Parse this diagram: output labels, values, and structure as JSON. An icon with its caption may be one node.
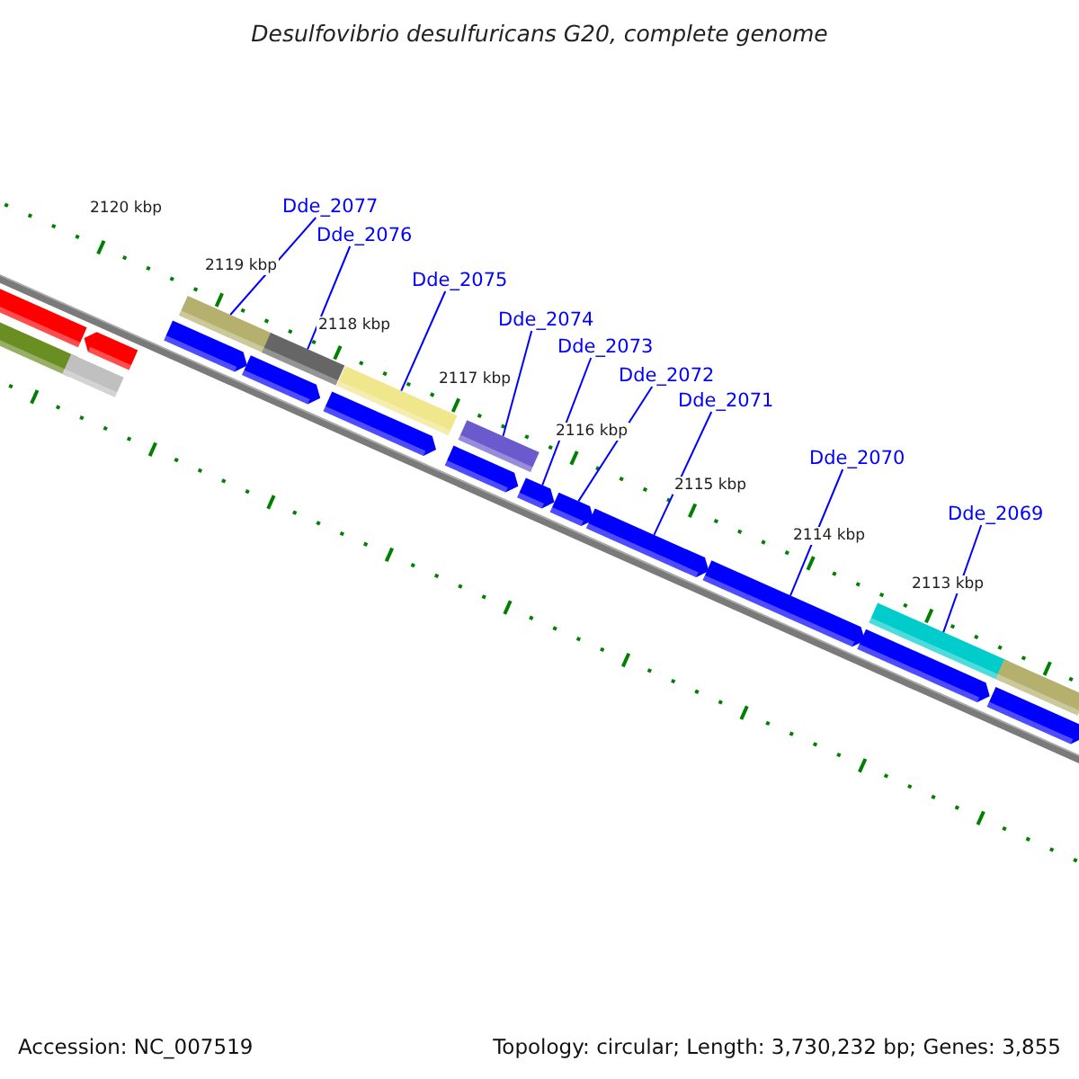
{
  "diagram": {
    "title": "Desulfovibrio desulfuricans G20, complete genome",
    "nodes": [
      {
        "text": [
          "Dde_2077"
        ]
      },
      {
        "text": [
          "Dde_2076"
        ]
      },
      {
        "text": [
          "Dde_2075"
        ]
      },
      {
        "text": [
          "Dde_2074"
        ]
      },
      {
        "text": [
          "Dde_2073"
        ]
      },
      {
        "text": [
          "Dde_2072"
        ]
      },
      {
        "text": [
          "Dde_2071"
        ]
      },
      {
        "text": [
          "Dde_2070"
        ]
      },
      {
        "text": [
          "Dde_2069"
        ]
      },
      {
        "text": [],
        "shape": "bar"
      },
      {
        "text": [],
        "shape": "bar"
      },
      {
        "text": [],
        "shape": "pentagon"
      },
      {
        "text": [],
        "shape": "bar"
      },
      {
        "text": [],
        "shape": "pentagon"
      },
      {
        "text": [],
        "shape": "bar"
      },
      {
        "text": [],
        "shape": "pentagon"
      },
      {
        "text": [],
        "shape": "bar"
      },
      {
        "text": [],
        "shape": "pentagon"
      },
      {
        "text": [],
        "shape": "bar"
      },
      {
        "text": [],
        "shape": "pentagon"
      },
      {
        "text": [],
        "shape": "bar"
      },
      {
        "text": [],
        "shape": "pentagon"
      },
      {
        "text": [],
        "shape": "pentagon"
      },
      {
        "text": [],
        "shape": "pentagon"
      },
      {
        "text": [],
        "shape": "pentagon"
      },
      {
        "text": [],
        "shape": "pentagon"
      },
      {
        "text": [],
        "shape": "bar"
      },
      {
        "text": [],
        "shape": "bar"
      },
      {
        "text": [],
        "shape": "pentagon"
      }
    ],
    "edges": [
      {
        "from": 0,
        "to": 14,
        "arrow": "none"
      },
      {
        "from": 1,
        "to": 16,
        "arrow": "none"
      },
      {
        "from": 2,
        "to": 18,
        "arrow": "none"
      },
      {
        "from": 3,
        "to": 20,
        "arrow": "none"
      },
      {
        "from": 4,
        "to": 21,
        "arrow": "none"
      },
      {
        "from": 5,
        "to": 22,
        "arrow": "none"
      },
      {
        "from": 6,
        "to": 23,
        "arrow": "none"
      },
      {
        "from": 7,
        "to": 24,
        "arrow": "none"
      },
      {
        "from": 8,
        "to": 26,
        "arrow": "none"
      }
    ],
    "labels": [
      "2120 kbp",
      "2119 kbp",
      "2118 kbp",
      "2117 kbp",
      "2116 kbp",
      "2115 kbp",
      "2114 kbp",
      "2113 kbp",
      "Accession: NC_007519",
      "Topology: circular; Length: 3,730,232 bp; Genes: 3,855"
    ]
  }
}
